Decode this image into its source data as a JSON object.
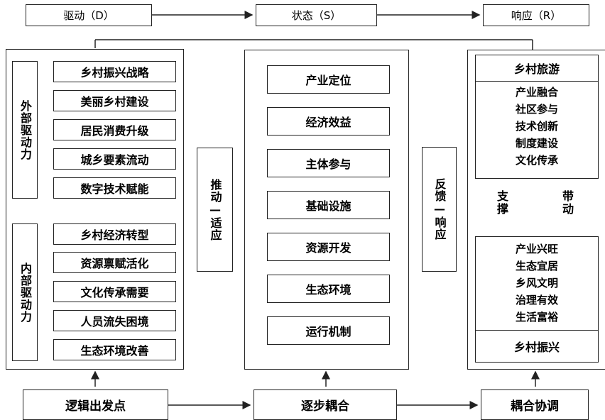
{
  "top": {
    "driver": "驱动（D）",
    "state": "状态（S）",
    "response": "响应（R）"
  },
  "external": {
    "label": "外部驱动力",
    "items": [
      "乡村振兴战略",
      "美丽乡村建设",
      "居民消费升级",
      "城乡要素流动",
      "数字技术赋能"
    ]
  },
  "internal": {
    "label": "内部驱动力",
    "items": [
      "乡村经济转型",
      "资源禀赋活化",
      "文化传承需要",
      "人员流失困境",
      "生态环境改善"
    ]
  },
  "push": "推动—适应",
  "center": {
    "items": [
      "产业定位",
      "经济效益",
      "主体参与",
      "基础设施",
      "资源开发",
      "生态环境",
      "运行机制"
    ]
  },
  "feedback": "反馈—响应",
  "right": {
    "tourism_title": "乡村旅游",
    "tourism_items": [
      "产业融合",
      "社区参与",
      "技术创新",
      "制度建设",
      "文化传承"
    ],
    "support": "支撑",
    "drive": "带动",
    "revival_items": [
      "产业兴旺",
      "生态宜居",
      "乡风文明",
      "治理有效",
      "生活富裕"
    ],
    "revival_title": "乡村振兴"
  },
  "bottom": {
    "start": "逻辑出发点",
    "gradual": "逐步耦合",
    "coord": "耦合协调"
  }
}
